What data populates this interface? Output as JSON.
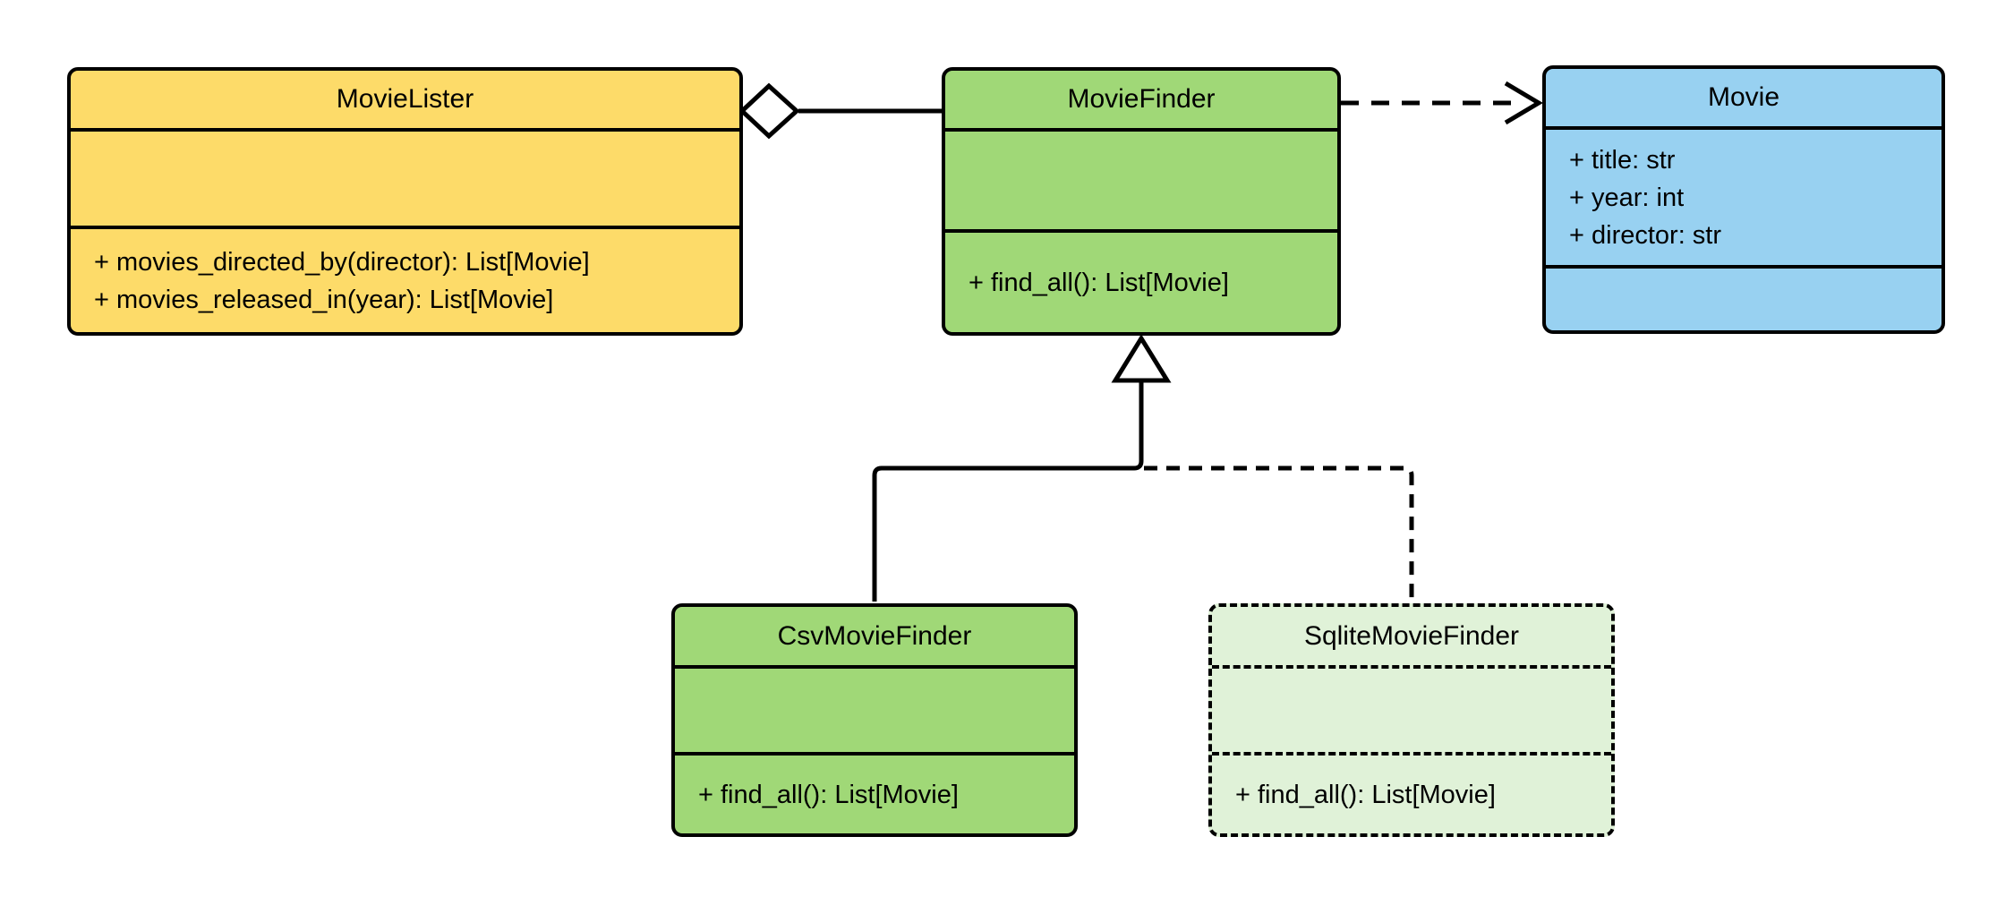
{
  "canvas": {
    "background": "#FFFFFF",
    "line_color": "#000000"
  },
  "classes": {
    "movie_lister": {
      "name": "MovieLister",
      "fill": "#FDDB69",
      "attributes": [],
      "methods": [
        "+ movies_directed_by(director): List[Movie]",
        "+ movies_released_in(year): List[Movie]"
      ]
    },
    "movie_finder": {
      "name": "MovieFinder",
      "fill": "#A0D877",
      "attributes": [],
      "methods": [
        "+ find_all(): List[Movie]"
      ]
    },
    "movie": {
      "name": "Movie",
      "fill": "#98D1F1",
      "attributes": [
        "+ title: str",
        "+ year: int",
        "+ director: str"
      ],
      "methods": []
    },
    "csv_movie_finder": {
      "name": "CsvMovieFinder",
      "fill": "#A0D877",
      "attributes": [],
      "methods": [
        "+ find_all(): List[Movie]"
      ]
    },
    "sqlite_movie_finder": {
      "name": "SqliteMovieFinder",
      "fill": "#E0F2D8",
      "attributes": [],
      "methods": [
        "+ find_all(): List[Movie]"
      ]
    }
  },
  "relationships": [
    {
      "type": "aggregation",
      "from": "MovieLister",
      "to": "MovieFinder",
      "style": "solid"
    },
    {
      "type": "dependency",
      "from": "MovieFinder",
      "to": "Movie",
      "style": "dashed"
    },
    {
      "type": "generalization",
      "from": "CsvMovieFinder",
      "to": "MovieFinder",
      "style": "solid"
    },
    {
      "type": "generalization",
      "from": "SqliteMovieFinder",
      "to": "MovieFinder",
      "style": "dashed"
    }
  ]
}
